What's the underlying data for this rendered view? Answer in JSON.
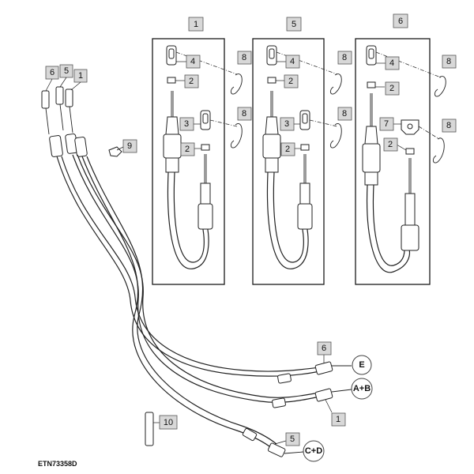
{
  "figure_id": "ETN73358D",
  "callouts": {
    "c1_top": "1",
    "c5_top": "5",
    "c6_top": "6",
    "c4_a": "4",
    "c4_b": "4",
    "c4_c": "4",
    "c8_a": "8",
    "c8_b": "8",
    "c8_c": "8",
    "c8_d": "8",
    "c8_e": "8",
    "c8_f": "8",
    "c2_a": "2",
    "c2_b": "2",
    "c2_c": "2",
    "c2_d": "2",
    "c2_e": "2",
    "c2_f": "2",
    "c3_a": "3",
    "c3_b": "3",
    "c7": "7",
    "c9": "9",
    "c6_left": "6",
    "c5_left": "5",
    "c1_left": "1",
    "c6_end": "6",
    "c1_end": "1",
    "c5_end": "5",
    "c10": "10"
  },
  "circles": {
    "e": "E",
    "ab": "A+B",
    "cd": "C+D"
  }
}
